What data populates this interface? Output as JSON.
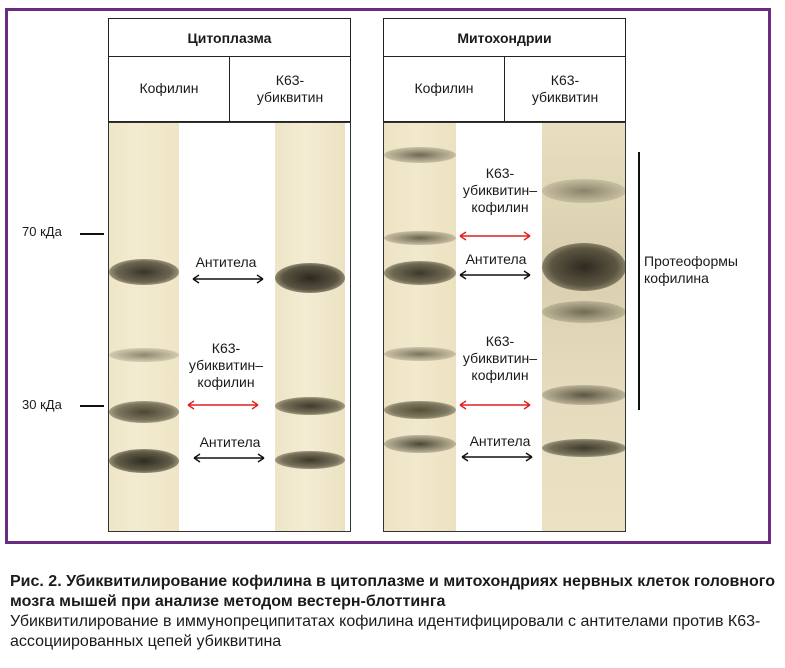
{
  "panels": {
    "left": {
      "title": "Цитоплазма",
      "col1": "Кофилин",
      "col2": "К63-\nубиквитин"
    },
    "right": {
      "title": "Митохондрии",
      "col1": "Кофилин",
      "col2": "К63-\nубиквитин"
    }
  },
  "markers": {
    "m70": "70 кДа",
    "m30": "30 кДа"
  },
  "labels": {
    "antibodies": "Антитела",
    "k63_complex": "К63-\nубиквитин–\nкофилин",
    "proteoforms": "Протеоформы\nкофилина"
  },
  "colors": {
    "frame": "#6a2c80",
    "red_arrow": "#e02020",
    "black_arrow": "#111111"
  },
  "caption": {
    "bold": "Рис. 2. Убиквитилирование кофилина в цитоплазме и митохондриях нервных клеток головного мозга мышей при анализе методом вестерн-блоттинга",
    "text": "Убиквитилирование в иммунопреципитатах кофилина идентифицировали с антителами против К63-ассоциированных цепей убиквитина"
  }
}
